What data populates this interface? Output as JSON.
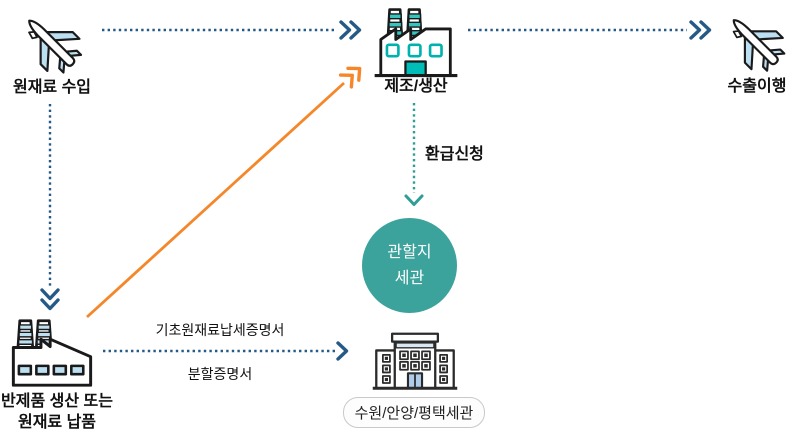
{
  "nodes": {
    "import": {
      "label": "원재료 수입"
    },
    "manufacture": {
      "label": "제조/생산"
    },
    "export": {
      "label": "수출이행"
    },
    "subcontract": {
      "line1": "반제품 생산 또는",
      "line2": "원재료 납품"
    },
    "customs_circle": {
      "line1": "관할지",
      "line2": "세관"
    },
    "customs_office": {
      "badge": "수원/안양/평택세관"
    }
  },
  "edges": {
    "refund": "환급신청",
    "cert1": "기초원재료납세증명서",
    "cert2": "분할증명서"
  },
  "colors": {
    "navy_arrow": "#255A87",
    "teal_arrow": "#2E9E96",
    "circle_teal": "#3BA29C",
    "orange_arrow": "#F5872B",
    "icon_light_blue": "#BDDFF2",
    "icon_teal": "#00B2AD",
    "door_blue": "#AECBEA"
  }
}
